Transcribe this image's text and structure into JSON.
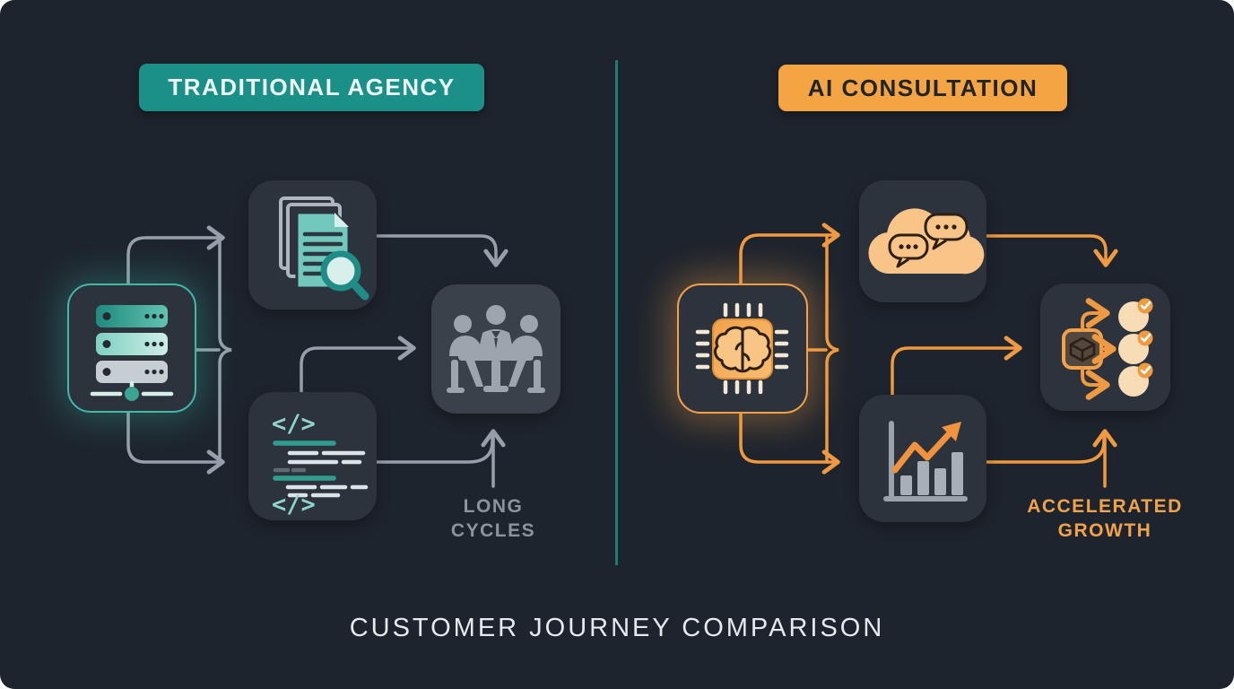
{
  "colors": {
    "background": "#1e242d",
    "tile": "#2c333d",
    "tile_light": "#3a414b",
    "teal_banner": "#1a9089",
    "orange_banner": "#f5a443",
    "teal_glow": "#43b7a9",
    "orange_glow": "#f3a049",
    "gray_arrow": "#97a0aa",
    "orange_arrow": "#ef9940",
    "divider": "#1f7b74",
    "muted_text": "#8b949d",
    "orange_text": "#f0a24c",
    "title_text": "#e6eaee"
  },
  "left_panel": {
    "header": "TRADITIONAL AGENCY",
    "annotation": {
      "line1": "LONG",
      "line2": "CYCLES"
    },
    "icons": [
      {
        "name": "server-stack-icon"
      },
      {
        "name": "documents-search-icon"
      },
      {
        "name": "code-icon"
      },
      {
        "name": "meeting-icon"
      }
    ]
  },
  "right_panel": {
    "header": "AI CONSULTATION",
    "annotation": {
      "line1": "ACCELERATED",
      "line2": "GROWTH"
    },
    "icons": [
      {
        "name": "ai-chip-brain-icon"
      },
      {
        "name": "cloud-chat-icon"
      },
      {
        "name": "growth-chart-icon"
      },
      {
        "name": "delivery-checklist-icon"
      }
    ]
  },
  "footer": {
    "title": "CUSTOMER JOURNEY COMPARISON"
  }
}
